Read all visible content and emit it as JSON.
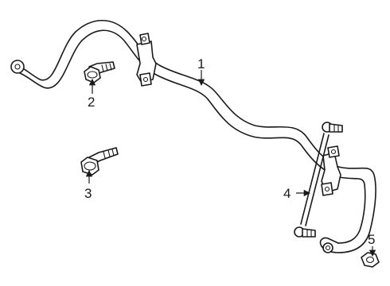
{
  "callouts": {
    "c1": "1",
    "c2": "2",
    "c3": "3",
    "c4": "4",
    "c5": "5"
  },
  "parts": {
    "p1": "stabilizer-bar",
    "p2": "bolt",
    "p3": "bolt",
    "p4": "stabilizer-link",
    "p5": "nut"
  },
  "colors": {
    "line": "#1a1a1a",
    "background": "#ffffff"
  }
}
